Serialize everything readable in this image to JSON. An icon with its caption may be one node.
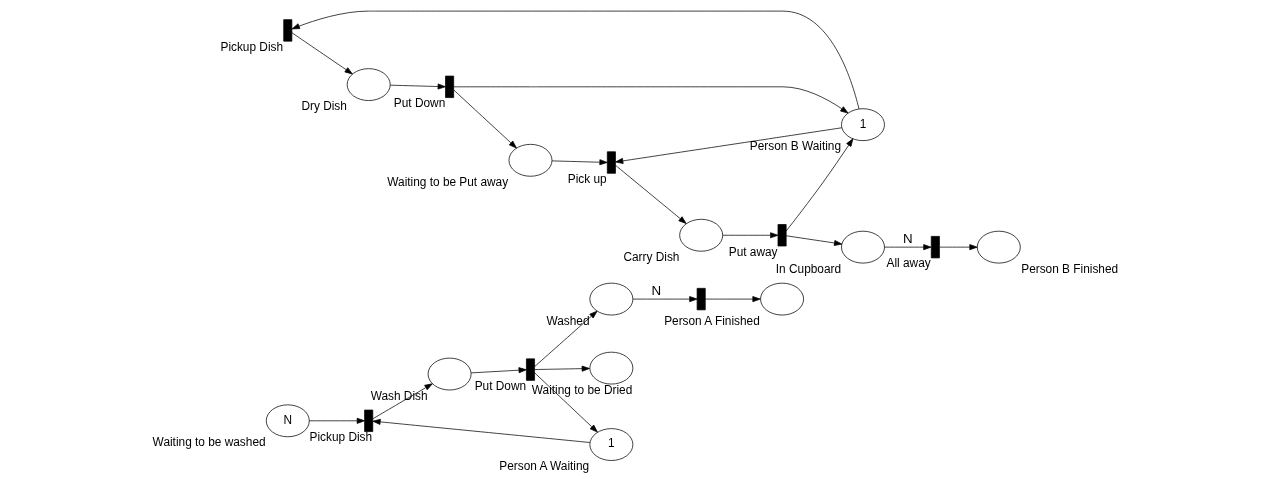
{
  "diagram": {
    "nodes": [
      {
        "text": [
          "N"
        ],
        "beside": [
          "Waiting to be washed"
        ]
      },
      {
        "text": [],
        "shape": "bar",
        "beside": [
          "Pickup Dish"
        ]
      },
      {
        "text": [],
        "shape": "circle",
        "beside": [
          "Wash Dish"
        ]
      },
      {
        "text": [],
        "shape": "bar",
        "beside": [
          "Put Down"
        ]
      },
      {
        "text": [],
        "shape": "circle",
        "beside": [
          "Waiting to be Dried"
        ]
      },
      {
        "text": [
          "1"
        ],
        "beside": [
          "Person A Waiting"
        ]
      },
      {
        "text": [],
        "shape": "circle",
        "beside": [
          "Washed"
        ]
      },
      {
        "text": [],
        "shape": "bar"
      },
      {
        "text": [],
        "shape": "circle",
        "beside": [
          "Person A Finished"
        ]
      },
      {
        "text": [],
        "shape": "bar",
        "beside": [
          "Pickup Dish"
        ]
      },
      {
        "text": [],
        "shape": "circle",
        "beside": [
          "Dry Dish"
        ]
      },
      {
        "text": [],
        "shape": "bar",
        "beside": [
          "Put Down"
        ]
      },
      {
        "text": [],
        "shape": "circle",
        "beside": [
          "Waiting to be Put away"
        ]
      },
      {
        "text": [
          "1"
        ],
        "beside": [
          "Person B Waiting"
        ]
      },
      {
        "text": [],
        "shape": "bar",
        "beside": [
          "Pick up"
        ]
      },
      {
        "text": [],
        "shape": "circle",
        "beside": [
          "Carry Dish"
        ]
      },
      {
        "text": [],
        "shape": "bar",
        "beside": [
          "Put away"
        ]
      },
      {
        "text": [],
        "shape": "circle",
        "beside": [
          "In Cupboard"
        ]
      },
      {
        "text": [],
        "shape": "bar",
        "beside": [
          "All away"
        ]
      },
      {
        "text": [],
        "shape": "circle",
        "beside": [
          "Person B Finished"
        ]
      }
    ],
    "edges": [
      {
        "from": 0,
        "to": 1,
        "arrow": "to"
      },
      {
        "from": 5,
        "to": 1,
        "arrow": "to"
      },
      {
        "from": 1,
        "to": 2,
        "arrow": "to"
      },
      {
        "from": 2,
        "to": 3,
        "arrow": "to"
      },
      {
        "from": 3,
        "to": 4,
        "arrow": "to"
      },
      {
        "from": 3,
        "to": 6,
        "arrow": "to"
      },
      {
        "from": 3,
        "to": 5,
        "arrow": "to"
      },
      {
        "from": 6,
        "to": 7,
        "arrow": "to",
        "label": "N"
      },
      {
        "from": 7,
        "to": 8,
        "arrow": "to"
      },
      {
        "from": 13,
        "to": 9,
        "arrow": "to"
      },
      {
        "from": 9,
        "to": 10,
        "arrow": "to"
      },
      {
        "from": 10,
        "to": 11,
        "arrow": "to"
      },
      {
        "from": 11,
        "to": 12,
        "arrow": "to"
      },
      {
        "from": 11,
        "to": 13,
        "arrow": "to"
      },
      {
        "from": 12,
        "to": 14,
        "arrow": "to"
      },
      {
        "from": 13,
        "to": 14,
        "arrow": "to"
      },
      {
        "from": 14,
        "to": 15,
        "arrow": "to"
      },
      {
        "from": 15,
        "to": 16,
        "arrow": "to"
      },
      {
        "from": 16,
        "to": 13,
        "arrow": "to"
      },
      {
        "from": 16,
        "to": 17,
        "arrow": "to"
      },
      {
        "from": 17,
        "to": 18,
        "arrow": "to",
        "label": "N"
      },
      {
        "from": 18,
        "to": 19,
        "arrow": "to"
      }
    ]
  }
}
